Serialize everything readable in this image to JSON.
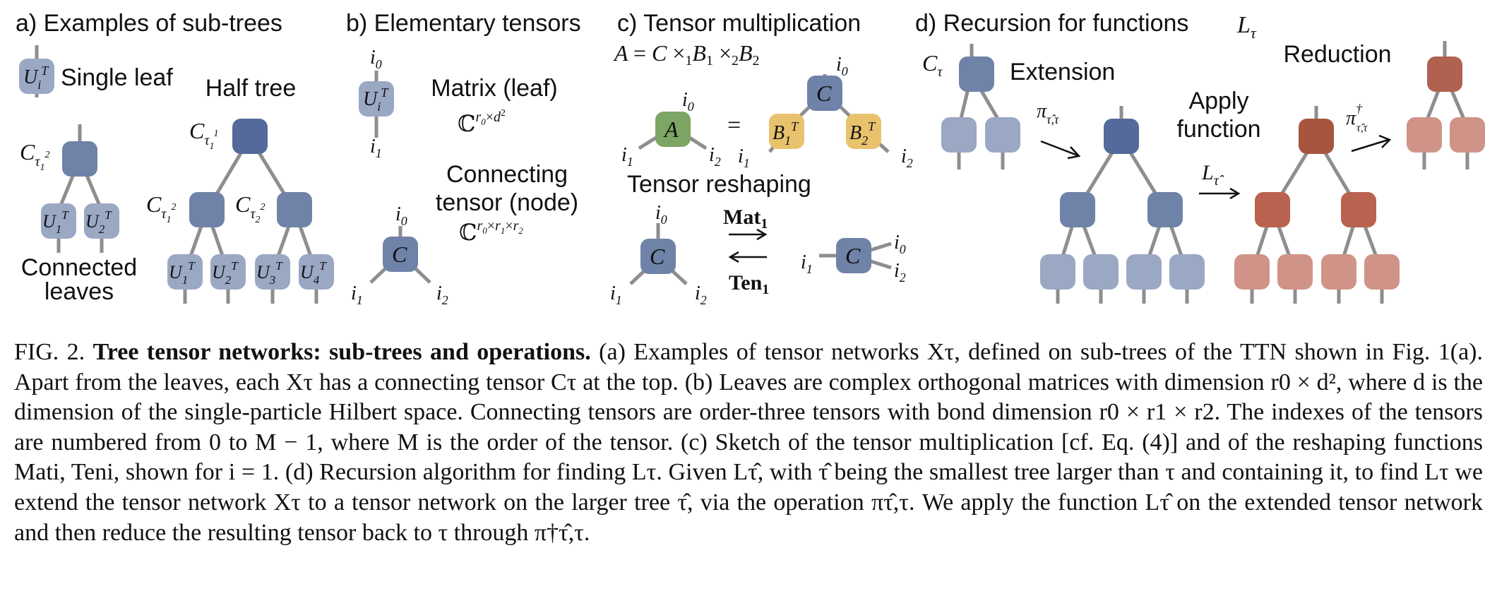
{
  "panels": {
    "a": {
      "title": "a)  Examples of sub-trees",
      "single_leaf": "Single leaf",
      "half_tree": "Half tree",
      "connected_leaves_1": "Connected",
      "connected_leaves_2": "leaves"
    },
    "b": {
      "title": "b)  Elementary tensors",
      "matrix_leaf": "Matrix (leaf)",
      "connecting_1": "Connecting",
      "connecting_2": "tensor (node)"
    },
    "c": {
      "title": "c)  Tensor multiplication",
      "reshaping": "Tensor reshaping",
      "mat": "Mat",
      "ten": "Ten"
    },
    "d": {
      "title": "d)  Recursion for functions",
      "extension": "Extension",
      "reduction": "Reduction",
      "apply_1": "Apply",
      "apply_2": "function"
    }
  },
  "caption": {
    "label": "FIG. 2.",
    "title": "Tree tensor networks: sub-trees and operations.",
    "body": "(a) Examples of tensor networks Xτ, defined on sub-trees of the TTN shown in Fig. 1(a). Apart from the leaves, each Xτ has a connecting tensor Cτ at the top. (b) Leaves are complex orthogonal matrices with dimension r0 × d², where d is the dimension of the single-particle Hilbert space. Connecting tensors are order-three tensors with bond dimension r0 × r1 × r2. The indexes of the tensors are numbered from 0 to M − 1, where M is the order of the tensor. (c) Sketch of the tensor multiplication [cf. Eq. (4)] and of the reshaping functions Mati, Teni, shown for i = 1. (d) Recursion algorithm for finding Lτ. Given Lτ̂, with τ̂ being the smallest tree larger than τ and containing it, to find Lτ we extend the tensor network Xτ to a tensor network on the larger tree τ̂, via the operation πτ̂,τ. We apply the function Lτ̂ on the extended tensor network and then reduce the resulting tensor back to τ through π†τ̂,τ."
  },
  "colors": {
    "leaf": "#9aa8c4",
    "node": "#6f82a8",
    "root": "#536a9a",
    "green": "#7da563",
    "yellow": "#e8c26d",
    "red_root": "#b06150",
    "red_node": "#b8624f",
    "red_leaf": "#cf9487",
    "line": "#8e8e8e"
  }
}
